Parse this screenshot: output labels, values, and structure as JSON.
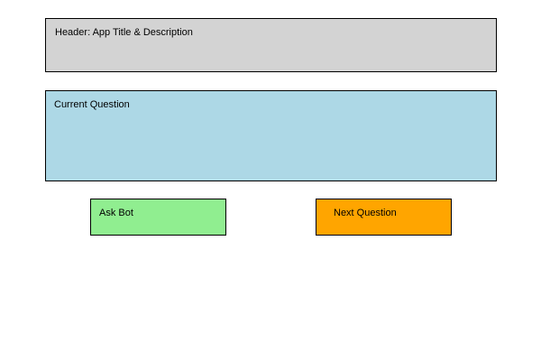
{
  "header": {
    "label": "Header: App Title & Description",
    "fill": "#d3d3d3"
  },
  "question": {
    "label": "Current Question",
    "fill": "#add8e6"
  },
  "ask_bot": {
    "label": "Ask Bot",
    "fill": "#90ee90"
  },
  "next_question": {
    "label": "Next Question",
    "fill": "#ffa500"
  }
}
